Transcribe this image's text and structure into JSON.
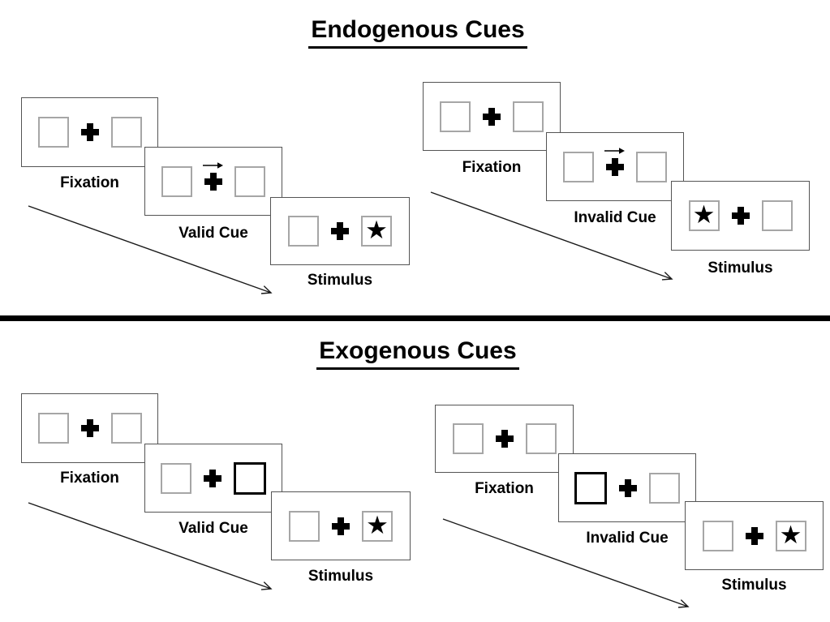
{
  "sections": [
    {
      "title": "Endogenous Cues",
      "groups": [
        {
          "name": "endogenous-valid",
          "panels": [
            {
              "label": "Fixation",
              "left_box": "empty",
              "center": "fixation-cross",
              "right_box": "empty"
            },
            {
              "label": "Valid Cue",
              "left_box": "empty",
              "center": "fixation-cross-with-arrow",
              "right_box": "empty"
            },
            {
              "label": "Stimulus",
              "left_box": "empty",
              "center": "fixation-cross",
              "right_box": "star"
            }
          ]
        },
        {
          "name": "endogenous-invalid",
          "panels": [
            {
              "label": "Fixation",
              "left_box": "empty",
              "center": "fixation-cross",
              "right_box": "empty"
            },
            {
              "label": "Invalid Cue",
              "left_box": "empty",
              "center": "fixation-cross-with-arrow",
              "right_box": "empty"
            },
            {
              "label": "Stimulus",
              "left_box": "star",
              "center": "fixation-cross",
              "right_box": "empty"
            }
          ]
        }
      ]
    },
    {
      "title": "Exogenous Cues",
      "groups": [
        {
          "name": "exogenous-valid",
          "panels": [
            {
              "label": "Fixation",
              "left_box": "empty",
              "center": "fixation-cross",
              "right_box": "empty"
            },
            {
              "label": "Valid Cue",
              "left_box": "empty",
              "center": "fixation-cross",
              "right_box": "highlighted"
            },
            {
              "label": "Stimulus",
              "left_box": "empty",
              "center": "fixation-cross",
              "right_box": "star"
            }
          ]
        },
        {
          "name": "exogenous-invalid",
          "panels": [
            {
              "label": "Fixation",
              "left_box": "empty",
              "center": "fixation-cross",
              "right_box": "empty"
            },
            {
              "label": "Invalid Cue",
              "left_box": "highlighted",
              "center": "fixation-cross",
              "right_box": "empty"
            },
            {
              "label": "Stimulus",
              "left_box": "empty",
              "center": "fixation-cross",
              "right_box": "star"
            }
          ]
        }
      ]
    }
  ],
  "icons": {
    "star": "★",
    "fixation_cross": "plus-shape",
    "cue_direction": "right-arrow"
  },
  "colors": {
    "panel_border": "#545454",
    "box_border": "#a6a6a6",
    "highlight_border": "#000000",
    "ink": "#000000",
    "background": "#ffffff"
  }
}
